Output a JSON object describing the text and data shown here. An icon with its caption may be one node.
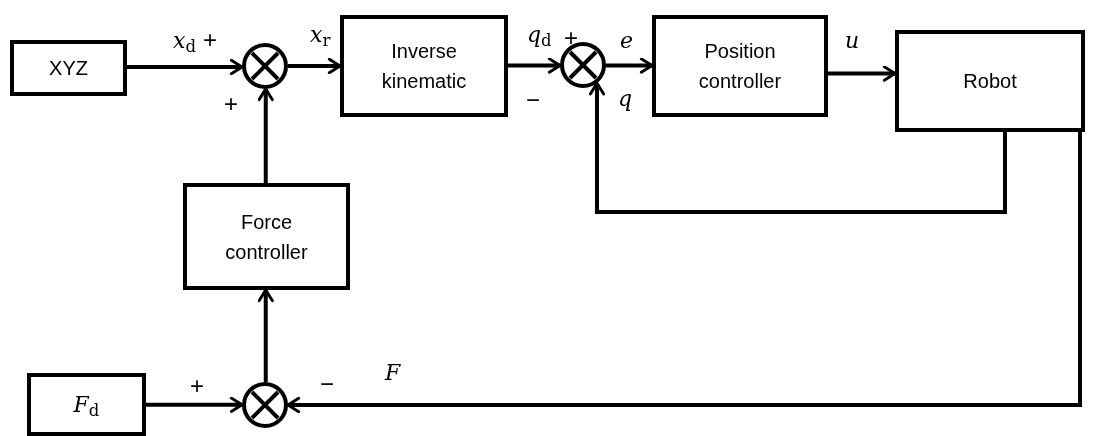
{
  "diagram": {
    "nodes": [
      {
        "text": [
          "XYZ"
        ]
      },
      {
        "text": [],
        "shape": "circle"
      },
      {
        "text": [
          "Inverse kinematic"
        ]
      },
      {
        "text": [],
        "shape": "circle"
      },
      {
        "text": [
          "Position controller"
        ]
      },
      {
        "text": [
          "Robot"
        ]
      },
      {
        "text": [
          "Force controller"
        ]
      },
      {
        "text": [],
        "shape": "circle"
      },
      {
        "text": [
          "*F*$_{d}$"
        ]
      }
    ],
    "edges": [
      {
        "from": 0,
        "to": 1,
        "arrow": "to",
        "label": "*x*$_{d}$"
      },
      {
        "from": 1,
        "to": 2,
        "arrow": "to",
        "label": "*x*$_{r}$"
      },
      {
        "from": 2,
        "to": 3,
        "arrow": "to",
        "label": "*q*$_{d}$"
      },
      {
        "from": 3,
        "to": 4,
        "arrow": "to",
        "label": "*e*"
      },
      {
        "from": 4,
        "to": 5,
        "arrow": "to",
        "label": "*u*"
      },
      {
        "from": 5,
        "to": 3,
        "arrow": "to",
        "label": "*q*"
      },
      {
        "from": 6,
        "to": 1,
        "arrow": "to"
      },
      {
        "from": 7,
        "to": 6,
        "arrow": "to"
      },
      {
        "from": 8,
        "to": 7,
        "arrow": "to"
      },
      {
        "from": 5,
        "to": 7,
        "arrow": "to",
        "label": "*F*"
      }
    ],
    "labels": [
      "+",
      "+",
      "+",
      "−",
      "+",
      "−"
    ]
  }
}
